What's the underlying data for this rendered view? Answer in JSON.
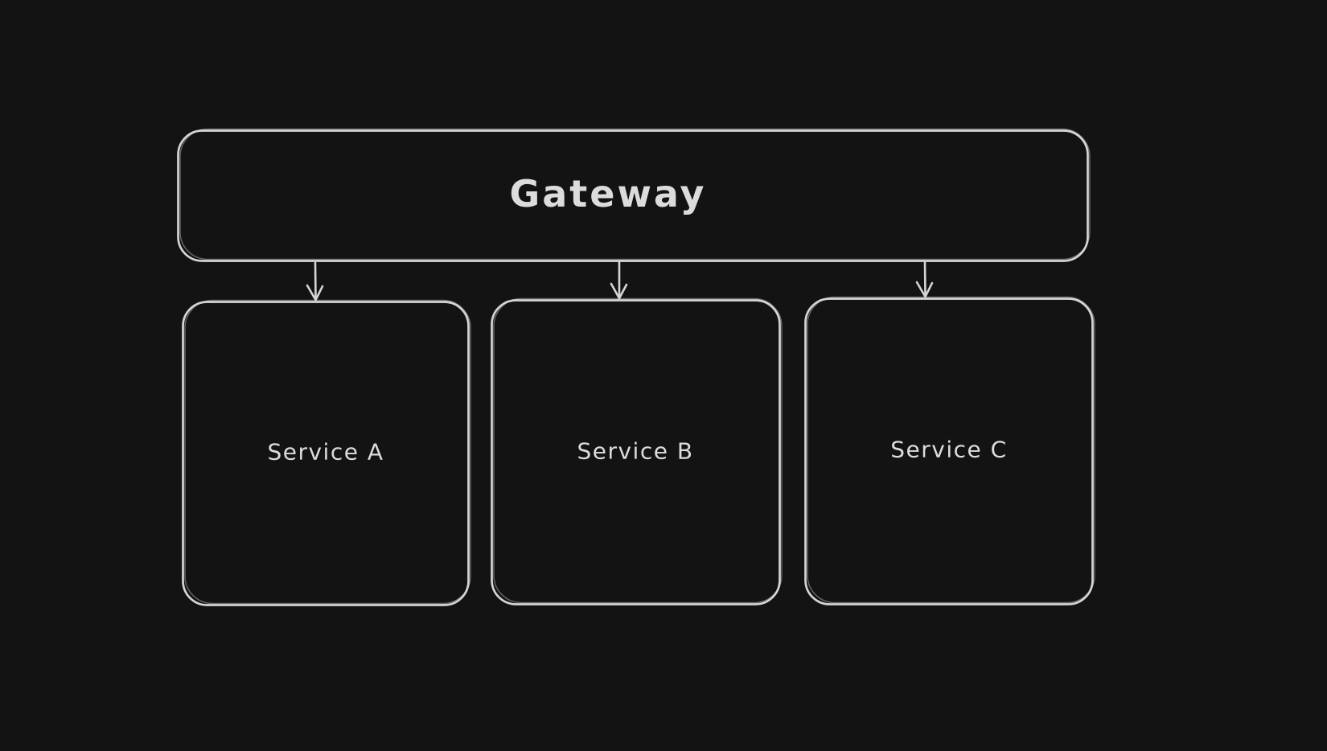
{
  "canvas": {
    "background_color": "#131313",
    "stroke_color": "#d5d5d5",
    "text_color": "#dcdcdc",
    "style": "hand-drawn-whiteboard"
  },
  "diagram": {
    "nodes": [
      {
        "id": "gateway",
        "label": "Gateway",
        "shape": "rounded-rectangle"
      },
      {
        "id": "service-a",
        "label": "Service A",
        "shape": "rounded-rectangle"
      },
      {
        "id": "service-b",
        "label": "Service B",
        "shape": "rounded-rectangle"
      },
      {
        "id": "service-c",
        "label": "Service C",
        "shape": "rounded-rectangle"
      }
    ],
    "edges": [
      {
        "from": "Gateway",
        "to": "Service A",
        "type": "arrow-down"
      },
      {
        "from": "Gateway",
        "to": "Service B",
        "type": "arrow-down"
      },
      {
        "from": "Gateway",
        "to": "Service C",
        "type": "arrow-down"
      }
    ]
  }
}
